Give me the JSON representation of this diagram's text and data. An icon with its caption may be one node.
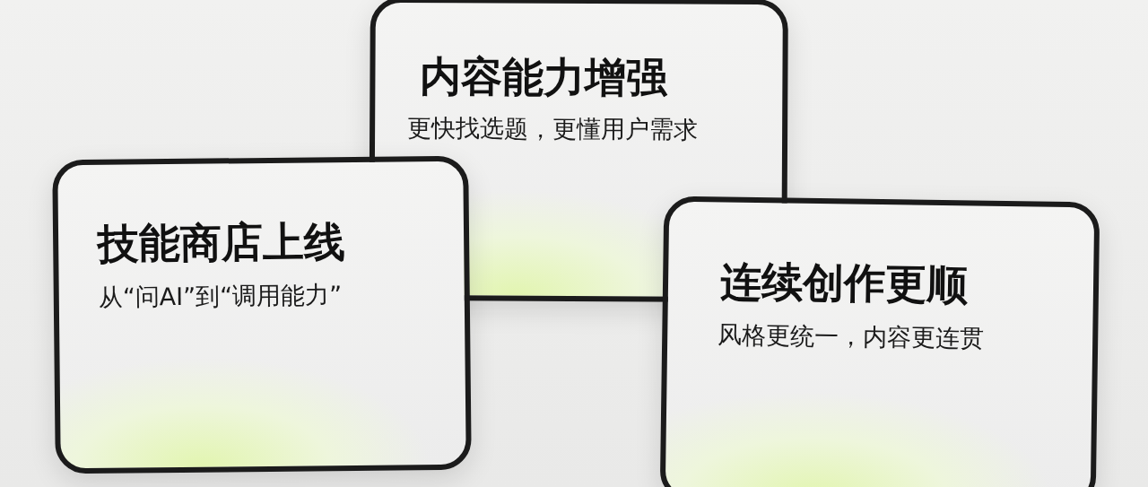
{
  "diagram": {
    "nodes": [
      {
        "text": [
          "内容能力增强",
          "更快找选题，更懂用户需求"
        ]
      },
      {
        "text": [
          "技能商店上线",
          "从“问AI”到“调用能力”"
        ]
      },
      {
        "text": [
          "连续创作更顺",
          "风格更统一，内容更连贯"
        ]
      }
    ]
  }
}
